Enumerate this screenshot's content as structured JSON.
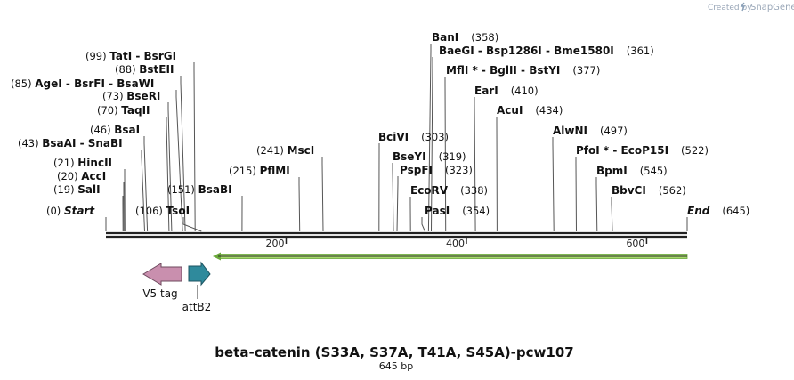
{
  "watermark": {
    "prefix": "Created by",
    "brand": "SnapGene"
  },
  "sequence": {
    "length": 645
  },
  "sites": [
    {
      "name": "Start",
      "pos": "(0)",
      "bp": 0,
      "style": "italic"
    },
    {
      "name": "SalI",
      "pos": "(19)",
      "bp": 19
    },
    {
      "name": "AccI",
      "pos": "(20)",
      "bp": 20
    },
    {
      "name": "HincII",
      "pos": "(21)",
      "bp": 21
    },
    {
      "name": "BsaAI  - SnaBI",
      "pos": "(43)",
      "bp": 43
    },
    {
      "name": "BsaI",
      "pos": "(46)",
      "bp": 46
    },
    {
      "name": "TaqII",
      "pos": "(70)",
      "bp": 70
    },
    {
      "name": "BseRI",
      "pos": "(73)",
      "bp": 73
    },
    {
      "name": "AgeI  - BsrFI  - BsaWI",
      "pos": "(85)",
      "bp": 85
    },
    {
      "name": "BstEII",
      "pos": "(88)",
      "bp": 88
    },
    {
      "name": "TatI  - BsrGI",
      "pos": "(99)",
      "bp": 99
    },
    {
      "name": "TsoI",
      "pos": "(106)",
      "bp": 106
    },
    {
      "name": "BsaBI",
      "pos": "(151)",
      "bp": 151
    },
    {
      "name": "PflMI",
      "pos": "(215)",
      "bp": 215
    },
    {
      "name": "MscI",
      "pos": "(241)",
      "bp": 241
    },
    {
      "name": "BciVI",
      "pos": "(303)",
      "bp": 303
    },
    {
      "name": "BseYI",
      "pos": "(319)",
      "bp": 319
    },
    {
      "name": "PspFI",
      "pos": "(323)",
      "bp": 323
    },
    {
      "name": "EcoRV",
      "pos": "(338)",
      "bp": 338
    },
    {
      "name": "PasI",
      "pos": "(354)",
      "bp": 354
    },
    {
      "name": "BanI",
      "pos": "(358)",
      "bp": 358
    },
    {
      "name": "BaeGI  - Bsp1286I  - Bme1580I",
      "pos": "(361)",
      "bp": 361
    },
    {
      "name": "MflI *  - BglII  - BstYI",
      "pos": "(377)",
      "bp": 377
    },
    {
      "name": "EarI",
      "pos": "(410)",
      "bp": 410
    },
    {
      "name": "AcuI",
      "pos": "(434)",
      "bp": 434
    },
    {
      "name": "AlwNI",
      "pos": "(497)",
      "bp": 497
    },
    {
      "name": "PfoI *  - EcoP15I",
      "pos": "(522)",
      "bp": 522
    },
    {
      "name": "BpmI",
      "pos": "(545)",
      "bp": 545
    },
    {
      "name": "BbvCI",
      "pos": "(562)",
      "bp": 562
    },
    {
      "name": "End",
      "pos": "(645)",
      "bp": 645,
      "style": "italic"
    }
  ],
  "ticks": [
    {
      "label": "200",
      "bp": 200
    },
    {
      "label": "400",
      "bp": 400
    },
    {
      "label": "600",
      "bp": 600
    }
  ],
  "features": {
    "orf": {
      "color": "#a6d96a",
      "direction": "reverse"
    },
    "v5_tag": {
      "label": "V5 tag",
      "color": "#c98fae",
      "direction": "reverse"
    },
    "attb2": {
      "label": "attB2",
      "color": "#2f8a9c",
      "direction": "forward"
    }
  },
  "title": "beta-catenin (S33A, S37A, T41A, S45A)-pcw107",
  "subtitle": "645 bp"
}
